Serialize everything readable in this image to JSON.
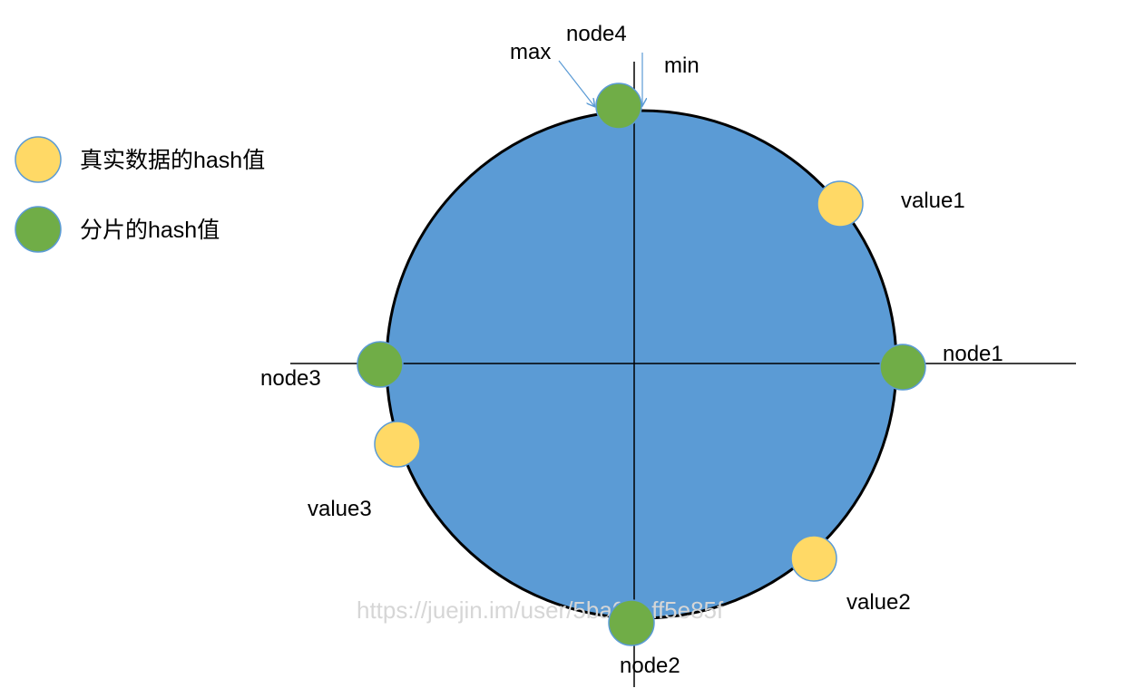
{
  "legend": {
    "real_data_label": "真实数据的hash值",
    "shard_label": "分片的hash值"
  },
  "nodes": {
    "node1": "node1",
    "node2": "node2",
    "node3": "node3",
    "node4": "node4"
  },
  "values": {
    "value1": "value1",
    "value2": "value2",
    "value3": "value3"
  },
  "markers": {
    "max": "max",
    "min": "min"
  },
  "watermark": "https://juejin.im/user/5ba06aff5e85f",
  "colors": {
    "ring_fill": "#5b9bd5",
    "ring_stroke": "#000000",
    "data_point": "#ffd966",
    "data_point_stroke": "#5b9bd5",
    "shard_point": "#70ad47",
    "shard_point_stroke": "#5b9bd5",
    "arrow": "#5b9bd5"
  }
}
